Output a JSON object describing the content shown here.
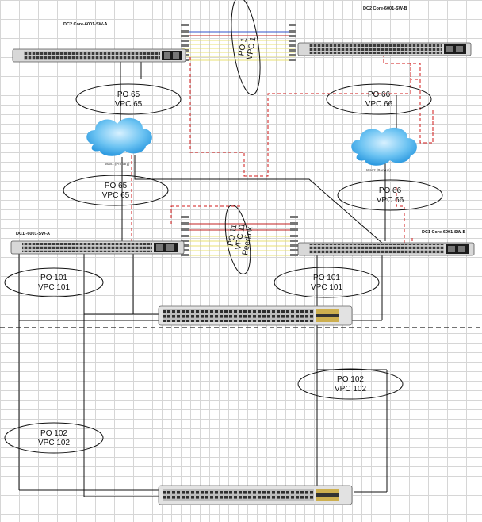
{
  "switches": {
    "dc2_a": "DC2 Core-6001-SW-A",
    "dc2_b": "DC2 Core-6001-SW-B",
    "dc1_a": "DC1 -6001-SW-A",
    "dc1_b": "DC1  Core-6001-SW-B"
  },
  "wan": {
    "wan1": "Wan1 (Primary)",
    "wan2": "Wan2 (Backup)"
  },
  "links": {
    "dc2_peer_po": "PO 1",
    "dc2_peer_vpc": "VPC 1",
    "dc1_peer_po": "PO 11",
    "dc1_peer_vpc": "VPC 11",
    "dc1_peer_word": "Peerlink"
  },
  "ovals": {
    "po65_top": {
      "po": "PO 65",
      "vpc": "VPC 65"
    },
    "po66_top": {
      "po": "PO 66",
      "vpc": "VPC 66"
    },
    "po65_mid": {
      "po": "PO 65",
      "vpc": "VPC 65"
    },
    "po66_mid": {
      "po": "PO 66",
      "vpc": "VPC 66"
    },
    "po101_left": {
      "po": "PO 101",
      "vpc": "VPC 101"
    },
    "po101_right": {
      "po": "PO 101",
      "vpc": "VPC 101"
    },
    "po102_right": {
      "po": "PO 102",
      "vpc": "VPC 102"
    },
    "po102_left": {
      "po": "PO 102",
      "vpc": "VPC 102"
    }
  },
  "colors": {
    "red_dashed": "#d01818",
    "black_link": "#111111",
    "yellow_link": "#e8e070",
    "blue_link": "#3050c8",
    "cloud": "#3aa8e8"
  }
}
